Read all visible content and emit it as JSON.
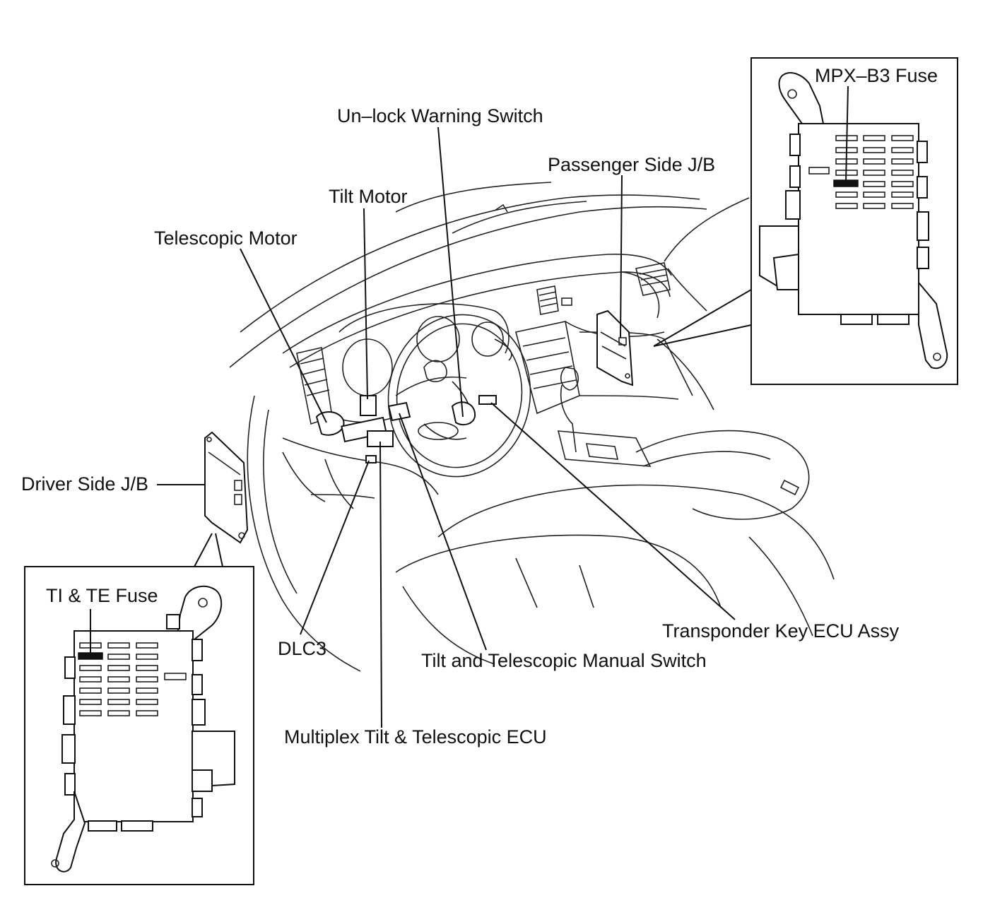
{
  "labels": {
    "mpx_b3_fuse": "MPX–B3 Fuse",
    "unlock_warning_switch": "Un–lock Warning Switch",
    "passenger_side_jb": "Passenger Side J/B",
    "tilt_motor": "Tilt Motor",
    "telescopic_motor": "Telescopic Motor",
    "driver_side_jb": "Driver Side J/B",
    "ti_te_fuse": "TI & TE Fuse",
    "dlc3": "DLC3",
    "tilt_telescopic_manual_switch": "Tilt and Telescopic Manual Switch",
    "transponder_key_ecu_assy": "Transponder Key ECU Assy",
    "multiplex_tilt_telescopic_ecu": "Multiplex Tilt & Telescopic ECU"
  },
  "colors": {
    "ink": "#111111",
    "paper": "#ffffff"
  }
}
